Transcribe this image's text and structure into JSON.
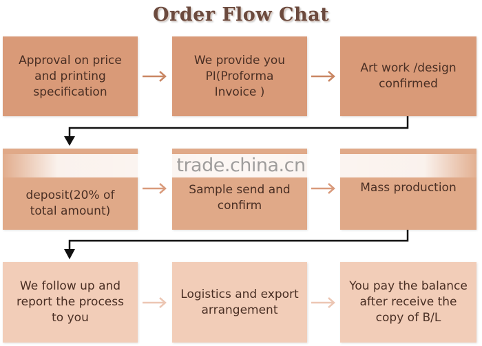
{
  "title": "Order Flow Chat",
  "watermark": "trade.china.cn",
  "steps": [
    {
      "text": "Approval on price\nand printing\nspecification"
    },
    {
      "text": "We provide you\nPI(Proforma\nInvoice  )"
    },
    {
      "text": "Art work /design\nconfirmed"
    },
    {
      "text": "deposit(20% of\ntotal amount)"
    },
    {
      "text": "Sample send and\nconfirm"
    },
    {
      "text": "Mass production"
    },
    {
      "text": "We follow up and\nreport the process\nto you"
    },
    {
      "text": "Logistics and export\narrangement"
    },
    {
      "text": "You pay the balance\nafter receive the\ncopy of B/L"
    }
  ],
  "colors": {
    "row1": "#d99a78",
    "row2": "#e0a988",
    "row3": "#f2cdb8",
    "arrow_row1": "#c98663",
    "arrow_row2": "#d99a7b",
    "arrow_row3": "#ecc6b3",
    "connector": "#111111"
  }
}
